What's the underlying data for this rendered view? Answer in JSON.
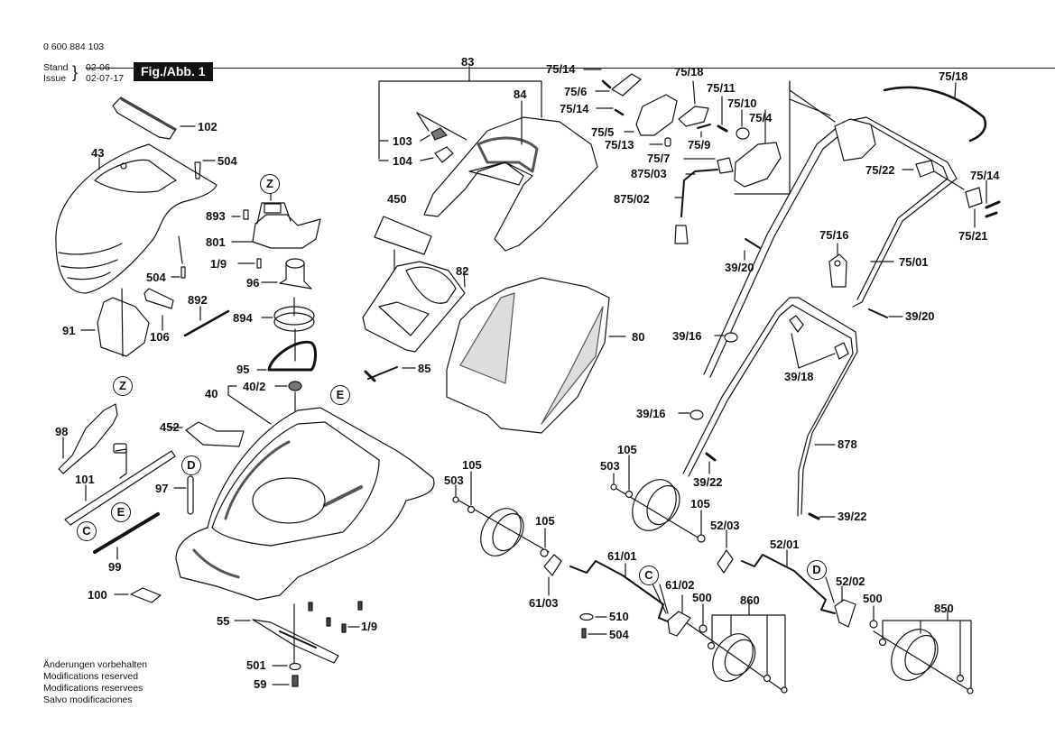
{
  "header": {
    "part_number": "0 600 884 103",
    "stand_label": "Stand",
    "issue_label": "Issue",
    "old_date": "02-06",
    "issue_date": "02-07-17",
    "figure_label": "Fig./Abb. 1"
  },
  "notice": [
    "Änderungen vorbehalten",
    "Modifications reserved",
    "Modifications reservees",
    "Salvo modificaciones"
  ],
  "reference_markers": [
    "Z",
    "Z",
    "D",
    "E",
    "C",
    "E",
    "C",
    "D"
  ],
  "labels": {
    "l102": "102",
    "l43": "43",
    "l504a": "504",
    "l504b": "504",
    "l893": "893",
    "l801": "801",
    "l19a": "1/9",
    "l96": "96",
    "l91": "91",
    "l106": "106",
    "l892": "892",
    "l894": "894",
    "l95": "95",
    "l402": "40/2",
    "l40": "40",
    "l452": "452",
    "l98": "98",
    "l101": "101",
    "l97": "97",
    "l99": "99",
    "l100": "100",
    "l55": "55",
    "l19b": "1/9",
    "l501": "501",
    "l59": "59",
    "l83": "83",
    "l84": "84",
    "l103": "103",
    "l104": "104",
    "l450": "450",
    "l82": "82",
    "l85": "85",
    "l80": "80",
    "l7514a": "75/14",
    "l756": "75/6",
    "l7514b": "75/14",
    "l755": "75/5",
    "l7513": "75/13",
    "l7518a": "75/18",
    "l7511": "75/11",
    "l7510": "75/10",
    "l754": "75/4",
    "l759": "75/9",
    "l757": "75/7",
    "l87503": "875/03",
    "l87502": "875/02",
    "l7518b": "75/18",
    "l7522": "75/22",
    "l7514c": "75/14",
    "l7521": "75/21",
    "l7516": "75/16",
    "l7501": "75/01",
    "l3920a": "39/20",
    "l3920b": "39/20",
    "l3916a": "39/16",
    "l3918": "39/18",
    "l3916b": "39/16",
    "l878": "878",
    "l3922a": "39/22",
    "l3922b": "39/22",
    "l105a": "105",
    "l503a": "503",
    "l105b": "105",
    "l503b": "503",
    "l105c": "105",
    "l105d": "105",
    "l6101": "61/01",
    "l6103": "61/03",
    "l6102": "61/02",
    "l500a": "500",
    "l510": "510",
    "l504c": "504",
    "l860": "860",
    "l5203": "52/03",
    "l5201": "52/01",
    "l5202": "52/02",
    "l500b": "500",
    "l850": "850"
  }
}
